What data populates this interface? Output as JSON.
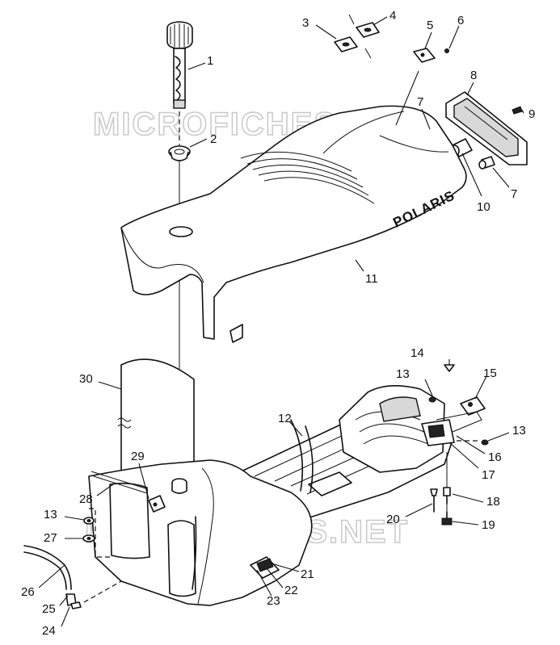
{
  "brand_text": "POLARIS",
  "watermarks": [
    "MICROFICHES.NET",
    "MICROFICHES.NET"
  ],
  "callouts": [
    {
      "id": "c1",
      "label": "1"
    },
    {
      "id": "c2",
      "label": "2"
    },
    {
      "id": "c3",
      "label": "3"
    },
    {
      "id": "c4",
      "label": "4"
    },
    {
      "id": "c5",
      "label": "5"
    },
    {
      "id": "c6",
      "label": "6"
    },
    {
      "id": "c7a",
      "label": "7"
    },
    {
      "id": "c7b",
      "label": "7"
    },
    {
      "id": "c8",
      "label": "8"
    },
    {
      "id": "c9",
      "label": "9"
    },
    {
      "id": "c10",
      "label": "10"
    },
    {
      "id": "c11",
      "label": "11"
    },
    {
      "id": "c12",
      "label": "12"
    },
    {
      "id": "c13a",
      "label": "13"
    },
    {
      "id": "c13b",
      "label": "13"
    },
    {
      "id": "c13c",
      "label": "13"
    },
    {
      "id": "c14",
      "label": "14"
    },
    {
      "id": "c15",
      "label": "15"
    },
    {
      "id": "c16",
      "label": "16"
    },
    {
      "id": "c17",
      "label": "17"
    },
    {
      "id": "c18",
      "label": "18"
    },
    {
      "id": "c19",
      "label": "19"
    },
    {
      "id": "c20",
      "label": "20"
    },
    {
      "id": "c21",
      "label": "21"
    },
    {
      "id": "c22",
      "label": "22"
    },
    {
      "id": "c23",
      "label": "23"
    },
    {
      "id": "c24",
      "label": "24"
    },
    {
      "id": "c25",
      "label": "25"
    },
    {
      "id": "c26",
      "label": "26"
    },
    {
      "id": "c27",
      "label": "27"
    },
    {
      "id": "c28",
      "label": "28"
    },
    {
      "id": "c29",
      "label": "29"
    },
    {
      "id": "c30",
      "label": "30"
    }
  ]
}
